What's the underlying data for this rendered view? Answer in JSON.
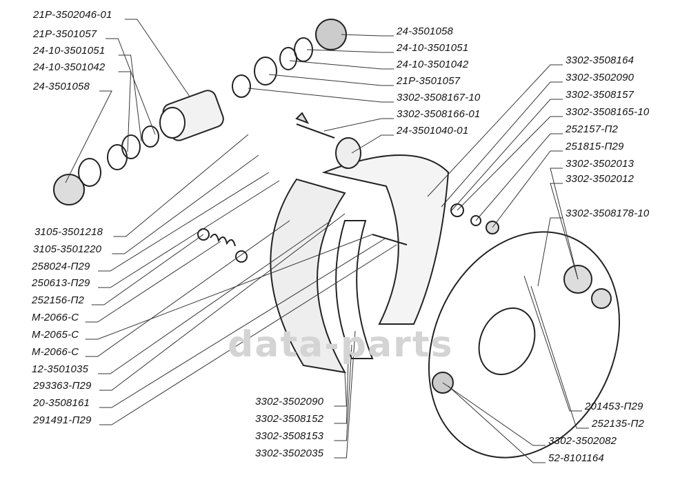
{
  "watermark": "data-parts",
  "labels": {
    "top_left": [
      "21P-3502046-01",
      "21P-3501057",
      "24-10-3501051",
      "24-10-3501042",
      "24-3501058"
    ],
    "top_center": [
      "24-3501058",
      "24-10-3501051",
      "24-10-3501042",
      "21P-3501057",
      "3302-3508167-10",
      "3302-3508166-01",
      "24-3501040-01"
    ],
    "right": [
      "3302-3508164",
      "3302-3502090",
      "3302-3508157",
      "3302-3508165-10",
      "252157-П2",
      "251815-П29",
      "3302-3502013",
      "3302-3502012",
      "3302-3508178-10"
    ],
    "bottom_left": [
      "3105-3501218",
      "3105-3501220",
      "258024-П29",
      "250613-П29",
      "252156-П2",
      "М-2066-С",
      "М-2065-С",
      "М-2066-С",
      "12-3501035",
      "293363-П29",
      "20-3508161",
      "291491-П29"
    ],
    "bottom_center": [
      "3302-3502090",
      "3302-3508152",
      "3302-3508153",
      "3302-3502035"
    ],
    "bottom_right": [
      "201453-П29",
      "252135-П2",
      "3302-3502082",
      "52-8101164"
    ]
  }
}
